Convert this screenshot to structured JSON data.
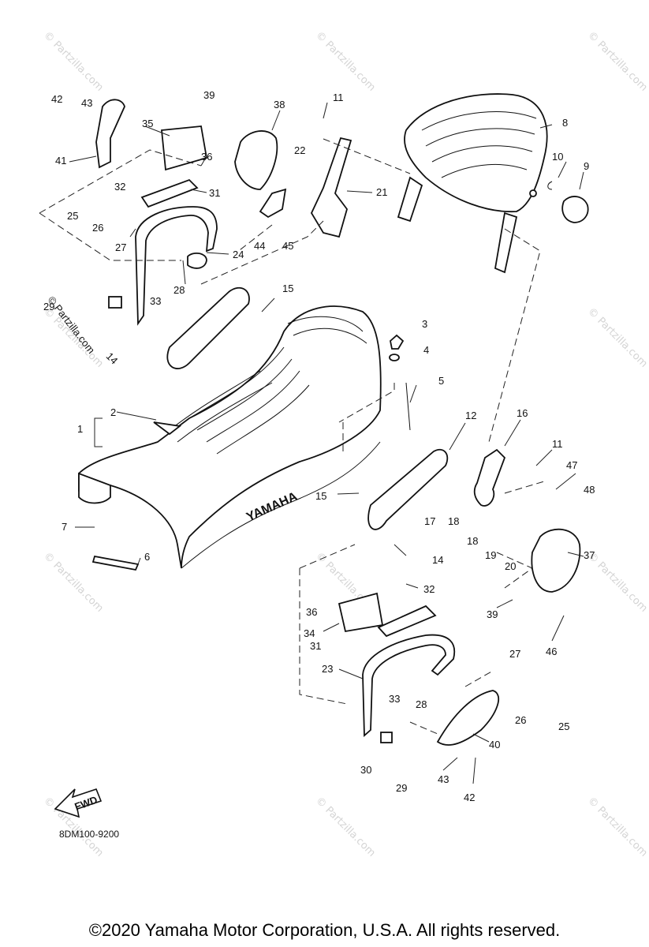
{
  "diagram": {
    "watermark_text": "© Partzilla.com",
    "brand_on_seat": "YAMAHA",
    "fwd_arrow_label": "FWD",
    "diagram_code": "8DM100-9200",
    "copyright": "©2020 Yamaha Motor Corporation, U.S.A. All rights reserved.",
    "callouts": [
      "1",
      "2",
      "3",
      "4",
      "5",
      "6",
      "7",
      "8",
      "9",
      "10",
      "11",
      "11",
      "12",
      "14",
      "14",
      "15",
      "15",
      "16",
      "17",
      "18",
      "18",
      "19",
      "20",
      "21",
      "22",
      "23",
      "24",
      "25",
      "25",
      "26",
      "26",
      "27",
      "27",
      "28",
      "28",
      "29",
      "29",
      "30",
      "31",
      "31",
      "32",
      "32",
      "33",
      "33",
      "34",
      "35",
      "36",
      "36",
      "37",
      "38",
      "39",
      "39",
      "40",
      "41",
      "42",
      "42",
      "43",
      "43",
      "44",
      "45",
      "46",
      "47",
      "48"
    ]
  }
}
